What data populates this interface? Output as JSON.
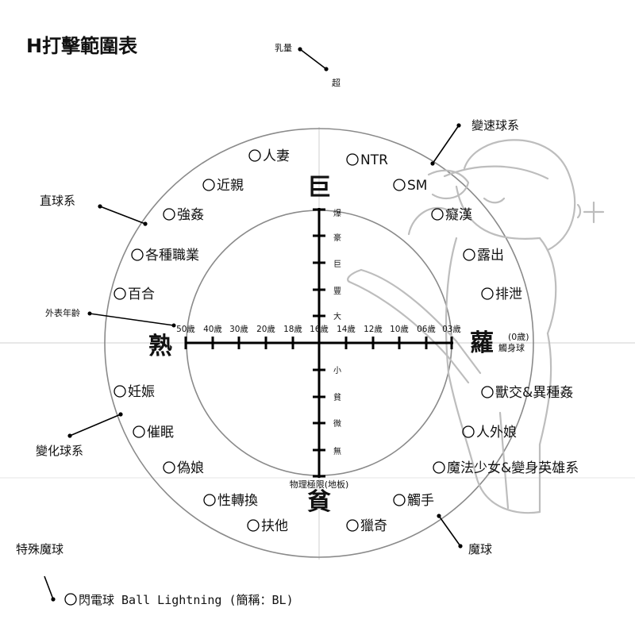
{
  "title": "H打擊範圍表",
  "top_note": {
    "label": "乳量",
    "value": "超"
  },
  "poles": {
    "top": "巨",
    "bottom": "貧",
    "left": "熟",
    "right": "蘿"
  },
  "right_note": {
    "line1": "(0歲)",
    "line2": "觸身球"
  },
  "age_axis_label": "外表年齡",
  "age_ticks": [
    "50歲",
    "40歲",
    "30歲",
    "20歲",
    "18歲",
    "16歲",
    "14歲",
    "12歲",
    "10歲",
    "06歲",
    "03歲"
  ],
  "breast_up": [
    "爆",
    "豪",
    "巨",
    "豐",
    "大"
  ],
  "breast_down": [
    "小",
    "貧",
    "微",
    "無"
  ],
  "physical_limit": "物理極限(地板)",
  "categories": {
    "breaking": "變速球系",
    "straight": "直球系",
    "curve": "變化球系",
    "magic": "魔球",
    "special": "特殊魔球"
  },
  "items_left": [
    "人妻",
    "近親",
    "強姦",
    "各種職業",
    "百合",
    "妊娠",
    "催眠",
    "偽娘",
    "性轉換",
    "扶他"
  ],
  "items_right": [
    "NTR",
    "SM",
    "癡漢",
    "露出",
    "排泄",
    "獸交&異種姦",
    "人外娘",
    "魔法少女&變身英雄系",
    "觸手",
    "獵奇"
  ],
  "special_item": "閃電球 Ball Lightning (簡稱：BL)"
}
